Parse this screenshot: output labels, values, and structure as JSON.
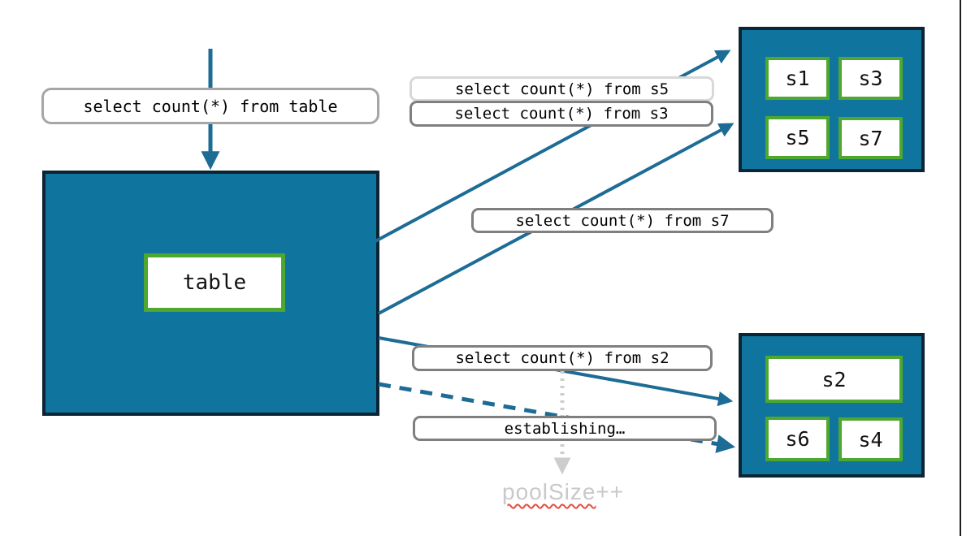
{
  "colors": {
    "teal_fill": "#0F749E",
    "dark_border": "#0C2433",
    "green_border": "#4EA72E",
    "arrow_teal": "#1D6C95",
    "label_border_gray": "#7F7F7F",
    "label_border_light": "#D8D8D8",
    "label_border_medium": "#A6A6A6",
    "pool_text_gray": "#C9C9C9",
    "squiggle_red": "#E74C3C"
  },
  "incoming_query": {
    "label": "select count(*) from table"
  },
  "main_table": {
    "label": "table"
  },
  "queries": {
    "s5": "select count(*) from s5",
    "s3": "select count(*) from s3",
    "s7": "select count(*) from s7",
    "s2": "select count(*) from s2"
  },
  "status": {
    "establishing": "establishing…"
  },
  "pool": {
    "word": "poolSize",
    "suffix": "++"
  },
  "shard_group_top": {
    "shards": [
      "s1",
      "s3",
      "s5",
      "s7"
    ]
  },
  "shard_group_bottom": {
    "shards": [
      "s2",
      "s6",
      "s4"
    ]
  },
  "edges": [
    {
      "name": "incoming-query-arrow",
      "style": "solid",
      "from": "client",
      "to": "table"
    },
    {
      "name": "query-arrow-upper-1",
      "style": "solid",
      "from": "table",
      "to": "shard-group-top"
    },
    {
      "name": "query-arrow-upper-2",
      "style": "solid",
      "from": "table",
      "to": "shard-group-top"
    },
    {
      "name": "query-arrow-lower",
      "style": "solid",
      "from": "table",
      "to": "shard-group-bottom"
    },
    {
      "name": "establishing-arrow",
      "style": "dashed",
      "from": "table",
      "to": "shard-group-bottom"
    },
    {
      "name": "poolsize-arrow",
      "style": "dotted",
      "from": "query-s2-label",
      "to": "poolsize-caption"
    }
  ]
}
